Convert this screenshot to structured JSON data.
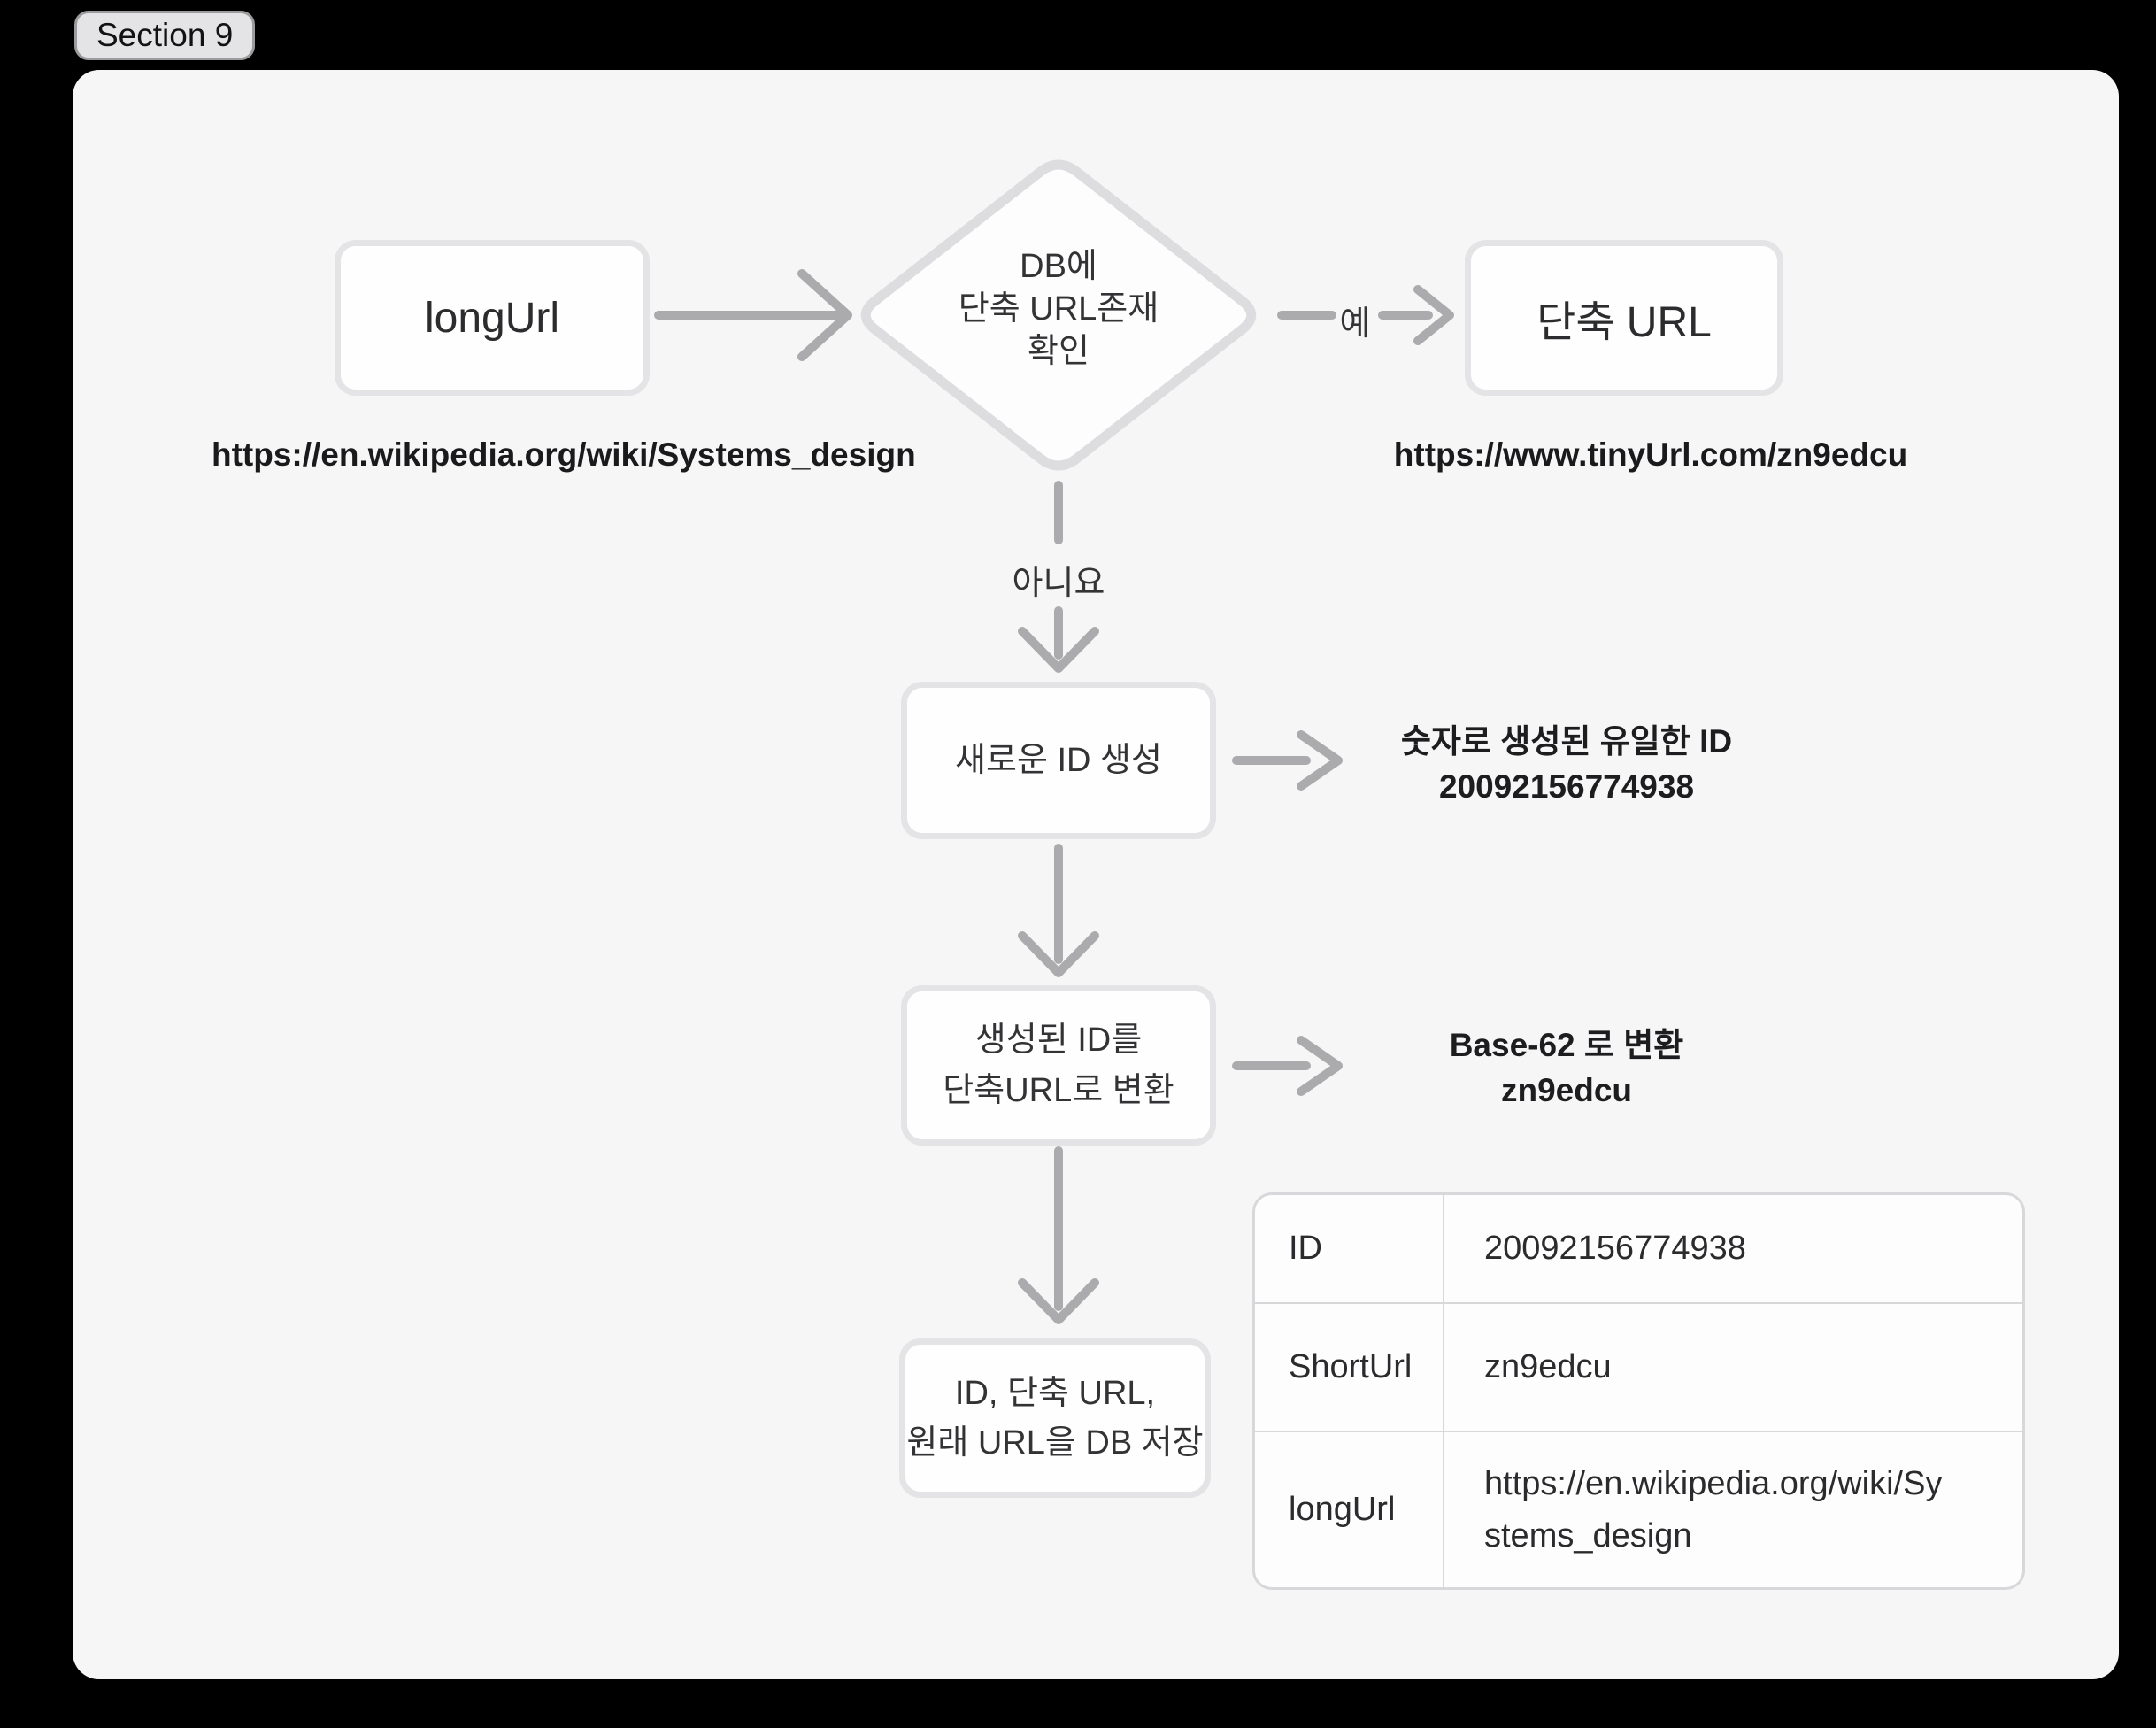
{
  "section_badge": "Section 9",
  "flow": {
    "start": {
      "label": "longUrl",
      "caption": "https://en.wikipedia.org/wiki/Systems_design"
    },
    "decision": {
      "lines": [
        "DB에",
        "단축 URL존재",
        "확인"
      ]
    },
    "yes_label": "예",
    "no_label": "아니요",
    "result": {
      "label": "단축 URL",
      "caption": "https://www.tinyUrl.com/zn9edcu"
    },
    "step_new_id": {
      "label": "새로운 ID 생성",
      "note_lines": [
        "숫자로 생성된 유일한 ID",
        "20092156774938"
      ]
    },
    "step_convert": {
      "lines": [
        "생성된 ID를",
        "단축URL로 변환"
      ],
      "note_lines": [
        "Base-62 로 변환",
        "zn9edcu"
      ]
    },
    "step_save": {
      "lines": [
        "ID, 단축 URL,",
        "원래 URL을 DB 저장"
      ]
    }
  },
  "table": {
    "rows": [
      {
        "key": "ID",
        "value": "20092156774938"
      },
      {
        "key": "ShortUrl",
        "value": "zn9edcu"
      },
      {
        "key": "longUrl",
        "value": "https://en.wikipedia.org/wiki/Systems_design"
      }
    ]
  },
  "colors": {
    "background": "#000000",
    "canvas": "#f6f6f7",
    "arrow": "#ababad",
    "node_border": "#e4e4e6"
  }
}
